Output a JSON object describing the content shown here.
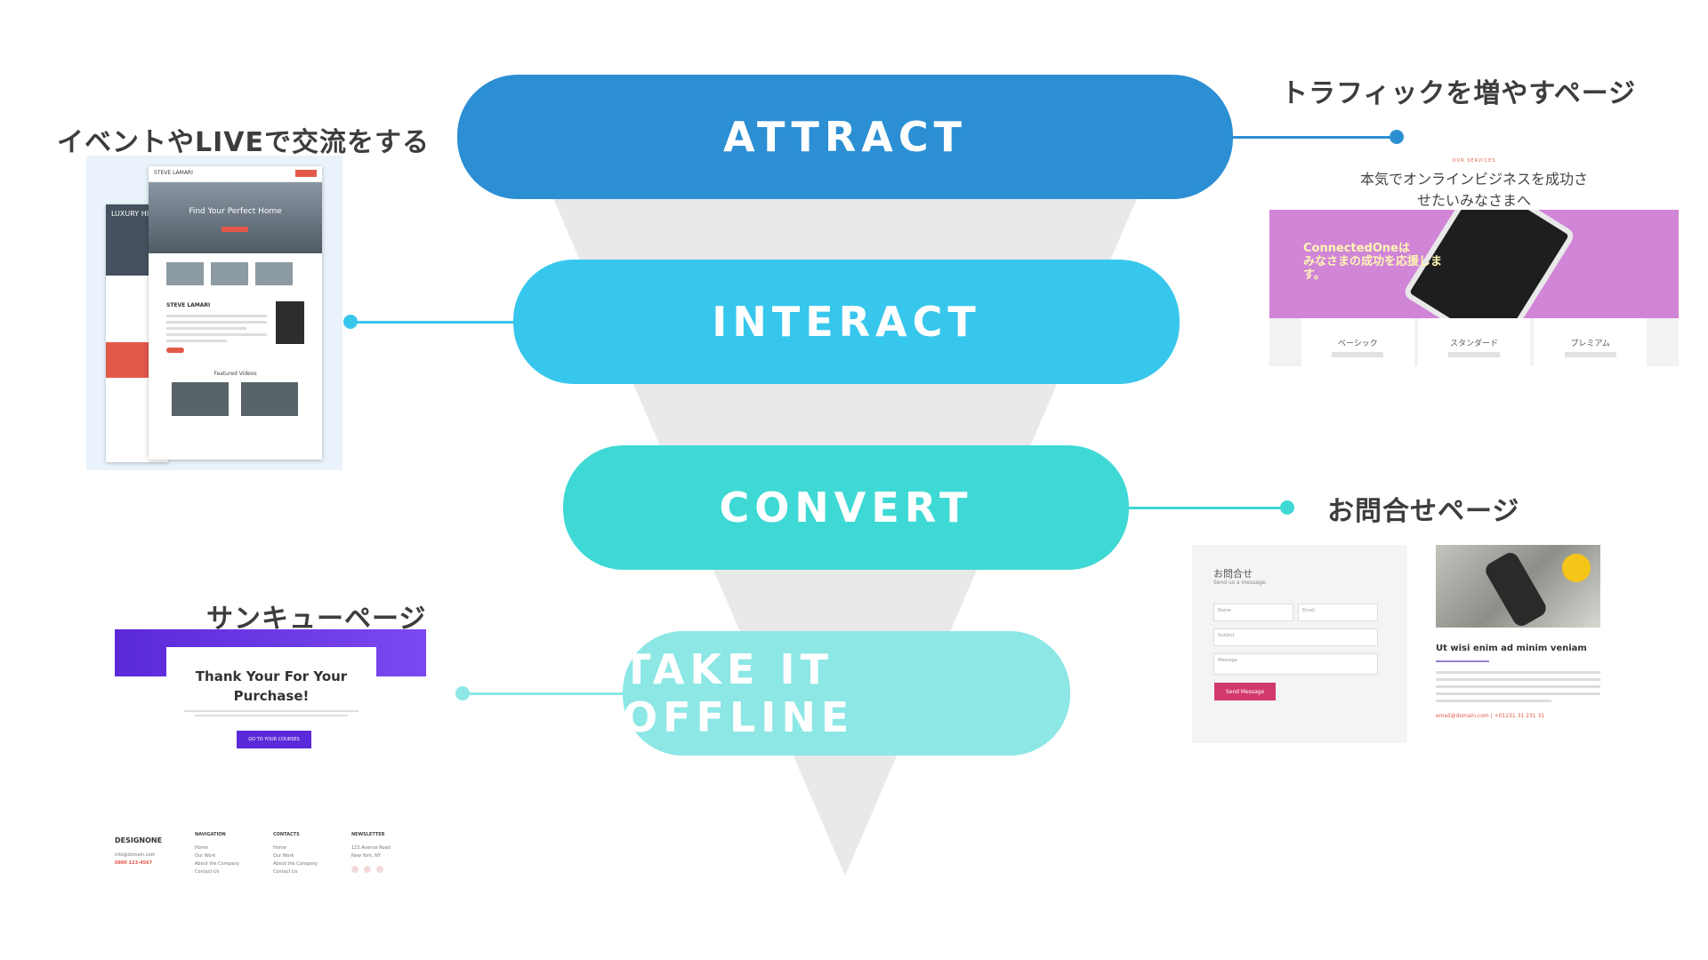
{
  "stages": [
    {
      "label": "ATTRACT",
      "color": "#2c8fd4"
    },
    {
      "label": "INTERACT",
      "color": "#38c7ec"
    },
    {
      "label": "CONVERT",
      "color": "#3fd9d5"
    },
    {
      "label": "TAKE IT OFFLINE",
      "color": "#8ce7e5"
    }
  ],
  "funnel_color": "#e9e9e9",
  "headings": {
    "live": "イベントやLIVEで交流をする",
    "traffic": "トラフィックを増やすページ",
    "contact": "お問合せページ",
    "thanks": "サンキューページ"
  },
  "thumb_live": {
    "brand": "STEVE LAMARI",
    "hero": "Find Your Perfect Home",
    "back_hero": "LUXURY HILLS",
    "profile_name": "STEVE LAMARI",
    "videos": "Featured Videos"
  },
  "thumb_traffic": {
    "eyebrow": "OUR SERVICES",
    "headline_1": "本気でオンラインビジネスを成功さ",
    "headline_2": "せたいみなさまへ",
    "banner_1": "ConnectedOneは",
    "banner_2": "みなさまの成功を応援しま",
    "banner_3": "す。",
    "plans": [
      "ベーシック",
      "スタンダード",
      "プレミアム"
    ]
  },
  "thumb_contact": {
    "title": "お問合せ",
    "subtitle": "Send us a message.",
    "name_ph": "Name",
    "email_ph": "Email",
    "subject_ph": "Subject",
    "message_ph": "Message",
    "send": "Send Message"
  },
  "thumb_article": {
    "title": "Ut wisi enim ad minim veniam",
    "email": "email@domain.com   |   +01231 31 231 31"
  },
  "thumb_thanks": {
    "title_1": "Thank Your For Your",
    "title_2": "Purchase!",
    "cta": "GO TO YOUR COURSES"
  },
  "thumb_footer": {
    "brand": "DESIGNONE",
    "email": "info@domain.com",
    "phone": "0800 123-4567",
    "nav_title": "NAVIGATION",
    "nav_items": [
      "Home",
      "Our Work",
      "About the Company",
      "Contact Us"
    ],
    "contacts_title": "CONTACTS",
    "contacts_items": [
      "Home",
      "Our Work",
      "About the Company",
      "Contact Us"
    ],
    "newsletter_title": "NEWSLETTER",
    "address_1": "123 Avenue Road",
    "address_2": "New York, NY"
  }
}
